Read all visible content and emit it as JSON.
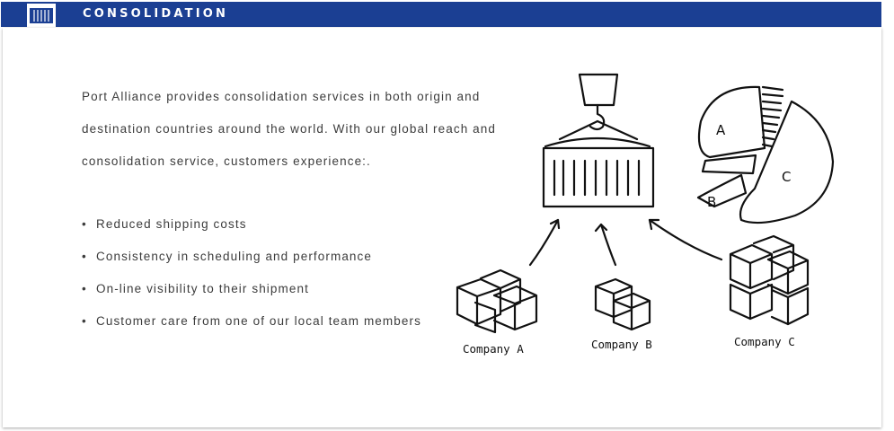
{
  "header": {
    "title": "CONSOLIDATION",
    "icon": "container-icon"
  },
  "content": {
    "intro": "Port Alliance provides consolidation services in both origin and destination countries around the world.  With our global reach and consolidation service, customers experience:.",
    "benefits": [
      "Reduced shipping costs",
      "Consistency in scheduling and performance",
      "On-line visibility to their shipment",
      "Customer care from one of our local team members"
    ]
  },
  "illustration": {
    "pie_labels": [
      "A",
      "B",
      "C"
    ],
    "companies": [
      "Company A",
      "Company B",
      "Company C"
    ]
  },
  "colors": {
    "header_bg": "#1b3f93",
    "text": "#3c3c3c"
  }
}
